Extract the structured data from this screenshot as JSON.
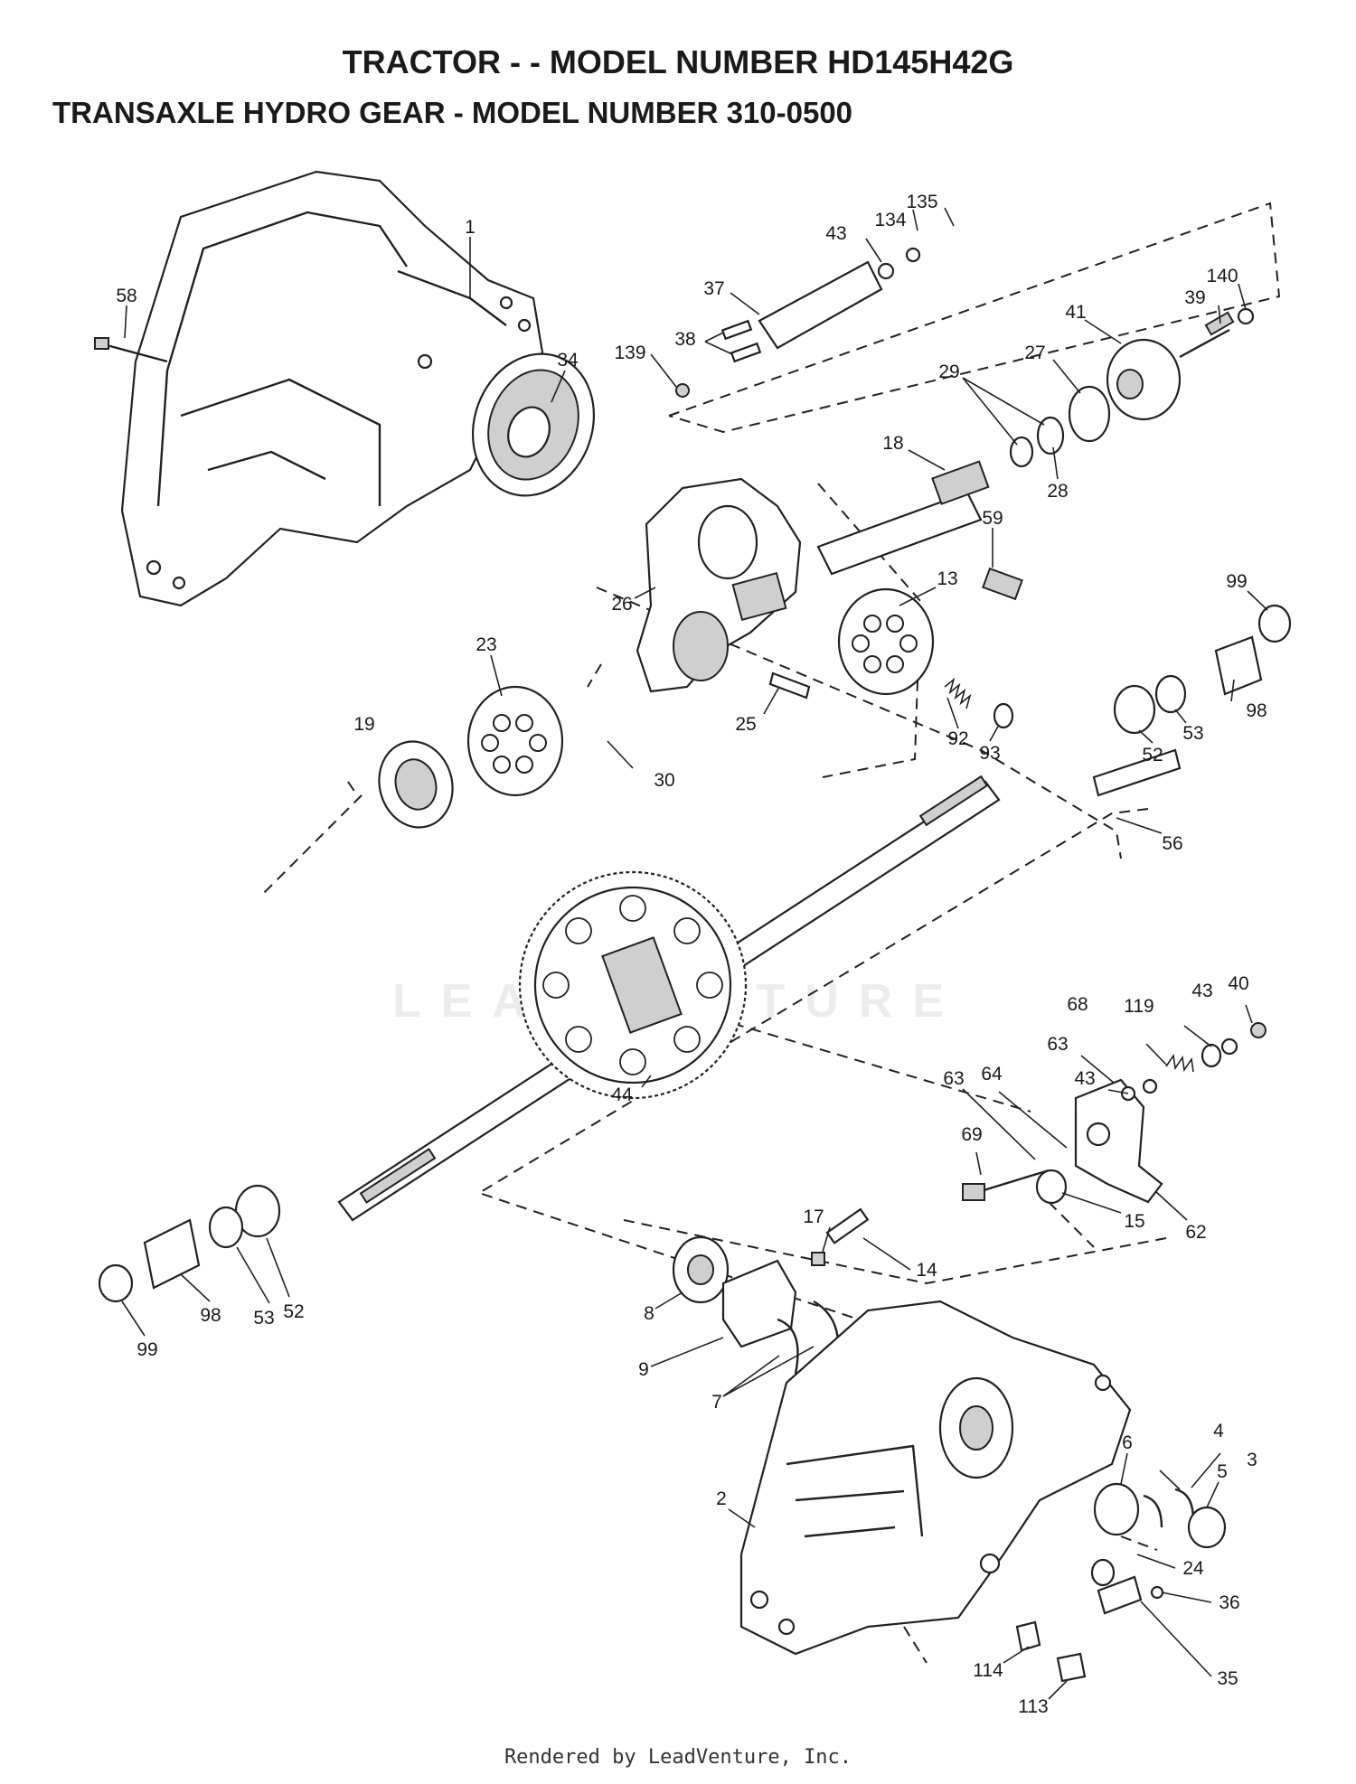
{
  "header": {
    "title": "TRACTOR - - MODEL NUMBER HD145H42G",
    "subtitle": "TRANSAXLE HYDRO GEAR - MODEL NUMBER 310-0500"
  },
  "parts": {
    "p1": "1",
    "p2": "2",
    "p3": "3",
    "p4": "4",
    "p5": "5",
    "p6": "6",
    "p7": "7",
    "p8": "8",
    "p9": "9",
    "p13": "13",
    "p14": "14",
    "p15": "15",
    "p17": "17",
    "p18": "18",
    "p19": "19",
    "p23": "23",
    "p24": "24",
    "p25": "25",
    "p26": "26",
    "p27": "27",
    "p28": "28",
    "p29": "29",
    "p30": "30",
    "p34": "34",
    "p35": "35",
    "p36": "36",
    "p37": "37",
    "p38": "38",
    "p39": "39",
    "p40": "40",
    "p41": "41",
    "p43": "43",
    "p44": "44",
    "p52": "52",
    "p53": "53",
    "p56": "56",
    "p58": "58",
    "p59": "59",
    "p62": "62",
    "p63": "63",
    "p64": "64",
    "p68": "68",
    "p69": "69",
    "p92": "92",
    "p93": "93",
    "p98": "98",
    "p99": "99",
    "p113": "113",
    "p114": "114",
    "p119": "119",
    "p134": "134",
    "p135": "135",
    "p139": "139",
    "p140": "140"
  },
  "watermark": "LEADVENTURE",
  "footer": "Rendered by LeadVenture, Inc."
}
